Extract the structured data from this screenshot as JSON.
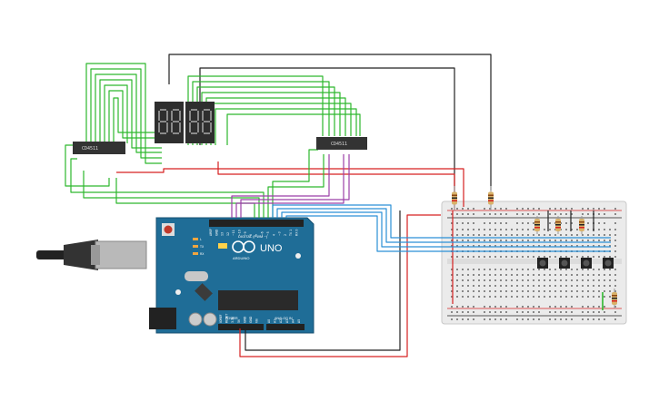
{
  "board": {
    "logo_text": "UNO",
    "brand_text": "ARDUINO",
    "digital_label": "DIGITAL (PWM ~)",
    "power_label": "POWER",
    "analog_label": "ANALOG IN",
    "led_labels": [
      "L",
      "TX",
      "RX"
    ],
    "power_pins": [
      "IOREF",
      "RESET",
      "3.3V",
      "5V",
      "GND",
      "GND",
      "Vin"
    ],
    "analog_pins": [
      "A0",
      "A1",
      "A2",
      "A3",
      "A4",
      "A5"
    ],
    "digital_pins": [
      "AREF",
      "GND",
      "13",
      "12",
      "~11",
      "~10",
      "~9",
      "8",
      "7",
      "~6",
      "~5",
      "4",
      "~3",
      "2",
      "TX 1",
      "RX 0"
    ]
  },
  "decoders": [
    {
      "label": "CD4511"
    },
    {
      "label": "CD4511"
    }
  ],
  "displays": [
    {
      "name": "display-1"
    },
    {
      "name": "display-2"
    },
    {
      "name": "display-3"
    },
    {
      "name": "display-4"
    }
  ],
  "buttons": [
    {
      "name": "push-button-1"
    },
    {
      "name": "push-button-2"
    },
    {
      "name": "push-button-3"
    },
    {
      "name": "push-button-4"
    }
  ],
  "colors": {
    "wire_green": "#2db82d",
    "wire_red": "#d62020",
    "wire_black": "#222222",
    "wire_blue": "#2a8fd6",
    "wire_purple": "#9b3fa8",
    "board_blue": "#1f6d97",
    "chip_dark": "#333333",
    "breadboard": "#ebebeb"
  }
}
